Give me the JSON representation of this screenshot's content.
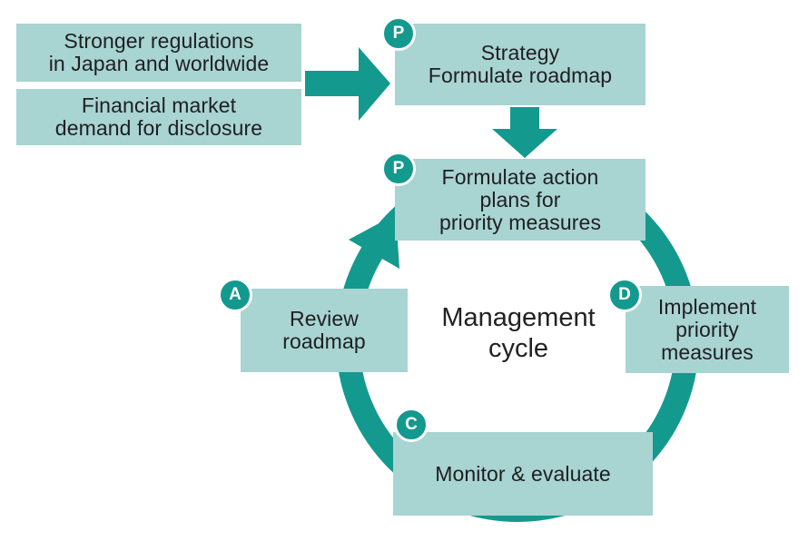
{
  "colors": {
    "box_fill": "#a8d4d2",
    "accent": "#14998f",
    "badge_text": "#ffffff",
    "text": "#1f1f1f"
  },
  "inputs": [
    {
      "label": "Stronger regulations\nin Japan and worldwide"
    },
    {
      "label": "Financial market\ndemand for disclosure"
    }
  ],
  "strategy": {
    "badge": "P",
    "label": "Strategy\nFormulate roadmap"
  },
  "cycle": {
    "center_label": "Management\ncycle",
    "steps": [
      {
        "badge": "P",
        "label": "Formulate action\nplans for\npriority measures"
      },
      {
        "badge": "D",
        "label": "Implement\npriority\nmeasures"
      },
      {
        "badge": "C",
        "label": "Monitor & evaluate"
      },
      {
        "badge": "A",
        "label": "Review\nroadmap"
      }
    ]
  }
}
